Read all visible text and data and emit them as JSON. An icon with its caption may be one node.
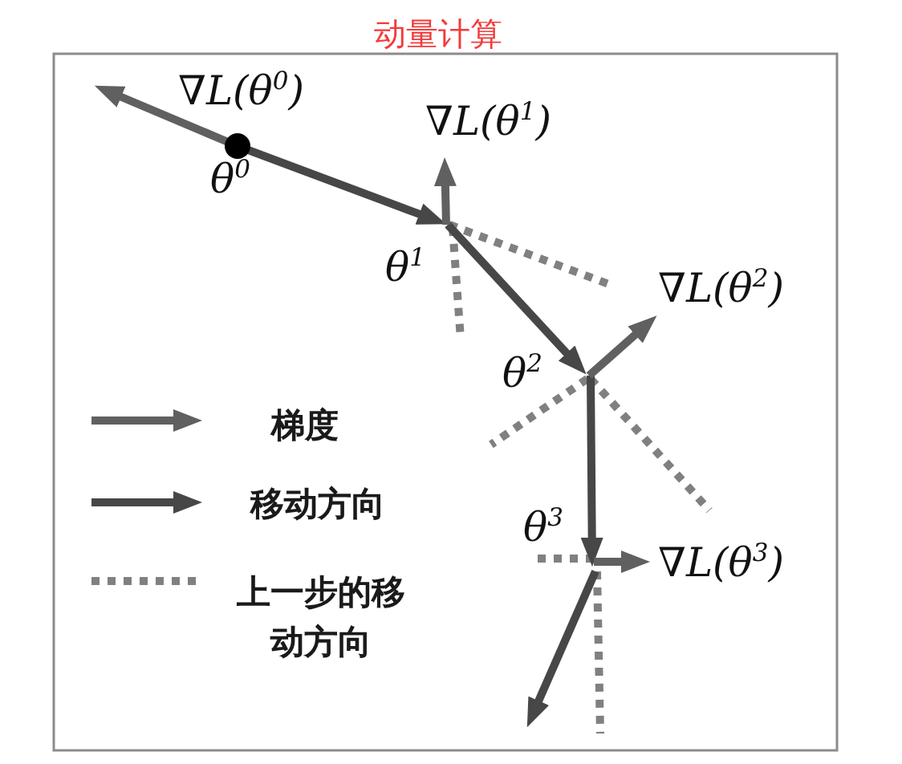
{
  "diagram": {
    "title": "动量计算",
    "labels": [
      "∇L(θ$^{0}$)",
      "θ$^{0}$",
      "∇L(θ$^{1}$)",
      "θ$^{1}$",
      "∇L(θ$^{2}$)",
      "θ$^{2}$",
      "θ$^{3}$",
      "∇L(θ$^{3}$)"
    ],
    "legend": [
      {
        "text": "梯度"
      },
      {
        "text": "移动方向"
      },
      {
        "text": "上一步的移动方向"
      }
    ]
  }
}
